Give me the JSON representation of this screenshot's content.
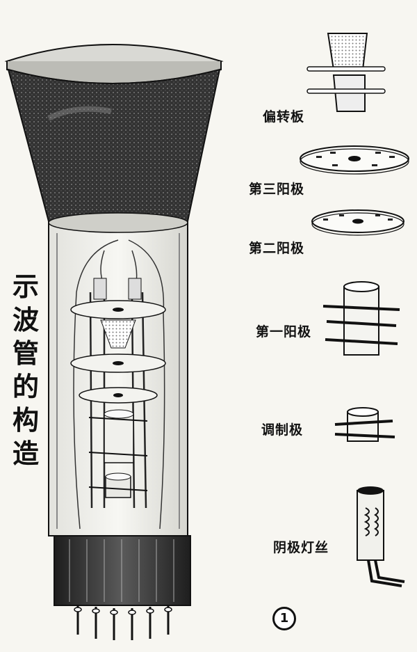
{
  "title": "示波管的构造",
  "labels": {
    "deflection_plates": "偏转板",
    "third_anode": "第三阳极",
    "second_anode": "第二阳极",
    "first_anode": "第一阳极",
    "modulation_grid": "调制极",
    "cathode_filament": "阴极灯丝"
  },
  "figure_number": "1"
}
